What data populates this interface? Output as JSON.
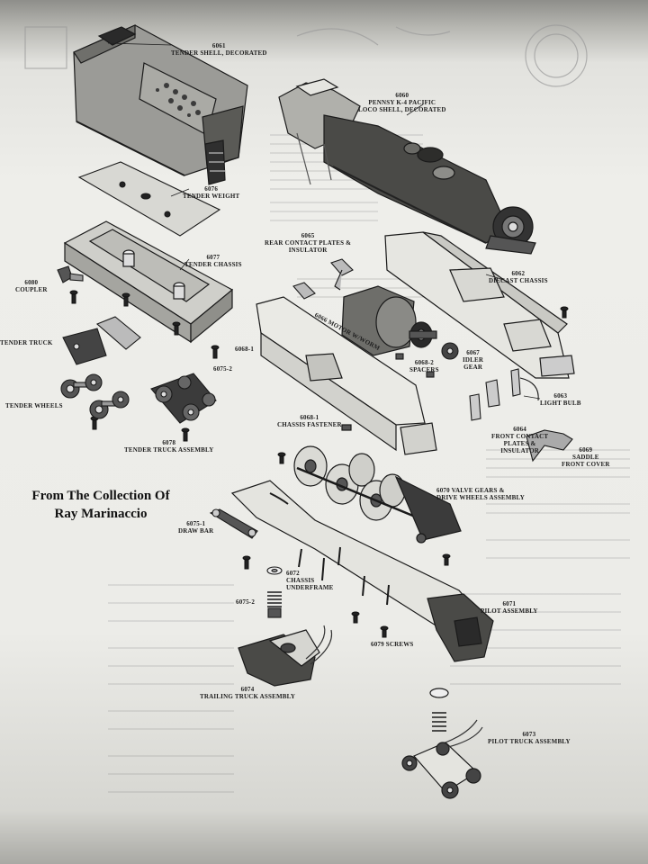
{
  "credit": {
    "line1": "From The Collection Of",
    "line2": "Ray Marinaccio"
  },
  "parts": [
    {
      "id": "6061",
      "lines": [
        "6061",
        "TENDER SHELL, DECORATED"
      ]
    },
    {
      "id": "6060",
      "lines": [
        "6060",
        "PENNSY K-4 PACIFIC",
        "LOCO SHELL, DECORATED"
      ]
    },
    {
      "id": "6076",
      "lines": [
        "6076",
        "TENDER WEIGHT"
      ]
    },
    {
      "id": "6065",
      "lines": [
        "6065",
        "REAR CONTACT PLATES &",
        "INSULATOR"
      ]
    },
    {
      "id": "6077",
      "lines": [
        "6077",
        "TENDER CHASSIS"
      ]
    },
    {
      "id": "6062",
      "lines": [
        "6062",
        "DIECAST CHASSIS"
      ]
    },
    {
      "id": "6080",
      "lines": [
        "6080",
        "COUPLER"
      ]
    },
    {
      "id": "6066",
      "lines": [
        "6066 MOTOR W/WORM"
      ]
    },
    {
      "id": "tender-truck",
      "lines": [
        "TENDER TRUCK"
      ]
    },
    {
      "id": "6068-1a",
      "lines": [
        "6068-1"
      ]
    },
    {
      "id": "6075-2a",
      "lines": [
        "6075-2"
      ]
    },
    {
      "id": "6068-2",
      "lines": [
        "6068-2",
        "SPACERS"
      ]
    },
    {
      "id": "6067",
      "lines": [
        "6067",
        "IDLER",
        "GEAR"
      ]
    },
    {
      "id": "tender-wheels",
      "lines": [
        "TENDER WHEELS"
      ]
    },
    {
      "id": "6063",
      "lines": [
        "6063",
        "LIGHT BULB"
      ]
    },
    {
      "id": "6068-1b",
      "lines": [
        "6068-1",
        "CHASSIS FASTENER"
      ]
    },
    {
      "id": "6064",
      "lines": [
        "6064",
        "FRONT CONTACT",
        "PLATES &",
        "INSULATOR"
      ]
    },
    {
      "id": "6078",
      "lines": [
        "6078",
        "TENDER TRUCK ASSEMBLY"
      ]
    },
    {
      "id": "6069",
      "lines": [
        "6069",
        "SADDLE",
        "FRONT COVER"
      ]
    },
    {
      "id": "6070",
      "lines": [
        "6070 VALVE GEARS &",
        "DRIVE WHEELS ASSEMBLY"
      ]
    },
    {
      "id": "6075-1",
      "lines": [
        "6075-1",
        "DRAW BAR"
      ]
    },
    {
      "id": "6072",
      "lines": [
        "6072",
        "CHASSIS",
        "UNDERFRAME"
      ]
    },
    {
      "id": "6075-2b",
      "lines": [
        "6075-2"
      ]
    },
    {
      "id": "6071",
      "lines": [
        "6071",
        "PILOT ASSEMBLY"
      ]
    },
    {
      "id": "6079",
      "lines": [
        "6079 SCREWS"
      ]
    },
    {
      "id": "6074",
      "lines": [
        "6074",
        "TRAILING TRUCK ASSEMBLY"
      ]
    },
    {
      "id": "6073",
      "lines": [
        "6073",
        "PILOT TRUCK ASSEMBLY"
      ]
    }
  ]
}
